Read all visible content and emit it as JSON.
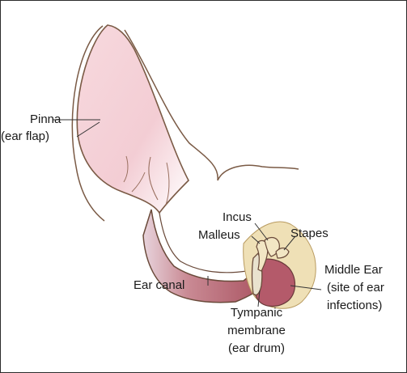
{
  "labels": {
    "pinna": [
      "Pinna",
      "(ear flap)"
    ],
    "incus": "Incus",
    "malleus": "Malleus",
    "stapes": "Stapes",
    "middle_ear": [
      "Middle Ear",
      "(site of ear",
      "infections)"
    ],
    "ear_canal": "Ear canal",
    "tympanic": [
      "Tympanic",
      "membrane",
      "(ear drum)"
    ]
  },
  "colors": {
    "outline": "#7a5a45",
    "pinna_fill": "#f6d6dc",
    "canal_fill": "#b8606e",
    "bone_fill": "#e8d4a0",
    "leader": "#333333"
  }
}
